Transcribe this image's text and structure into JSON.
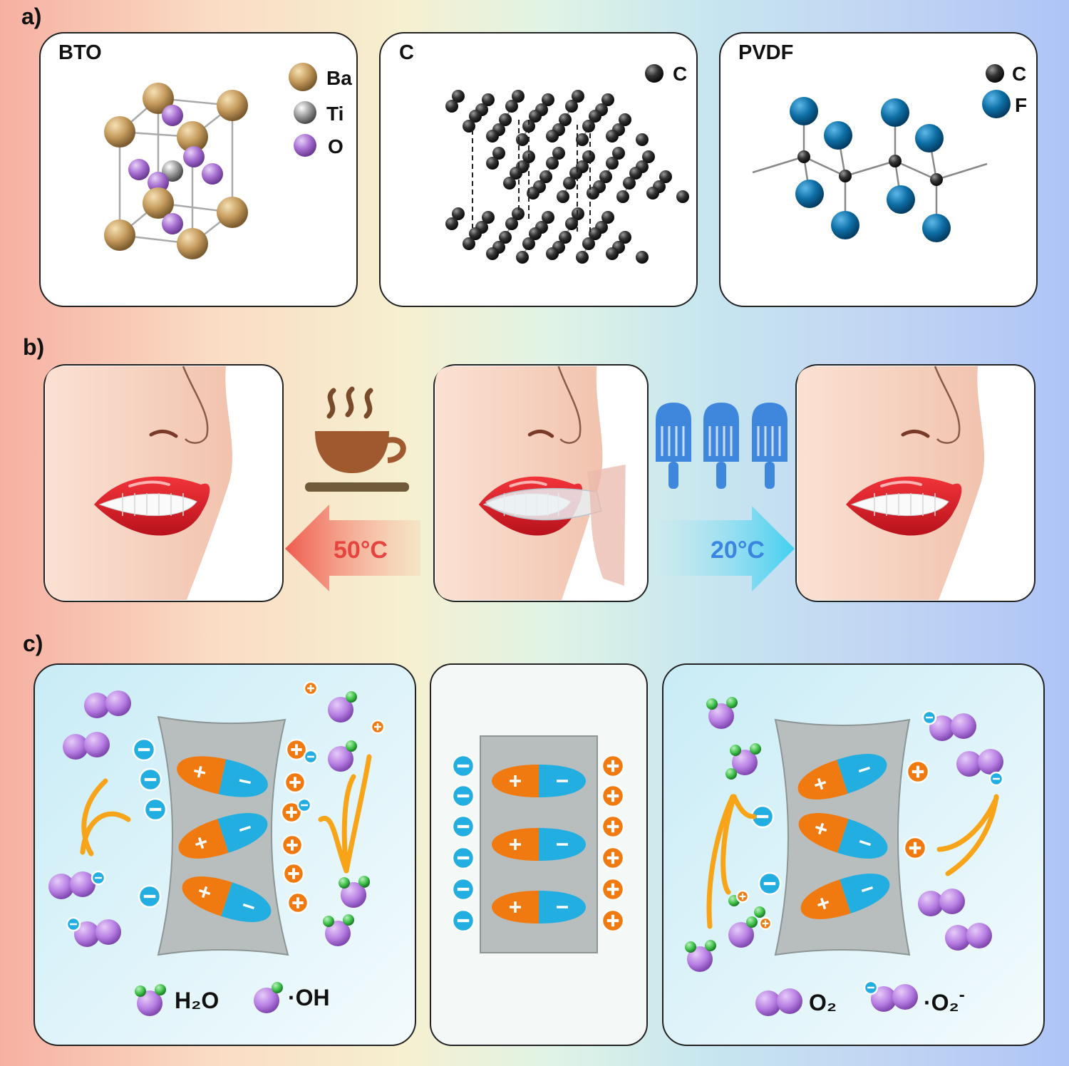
{
  "panel_a": {
    "label": "a)",
    "bto": {
      "title": "BTO",
      "legend": [
        {
          "text": "Ba",
          "color": "#c49a5c"
        },
        {
          "text": "Ti",
          "color": "#8c8c8c"
        },
        {
          "text": "O",
          "color": "#a66ed1"
        }
      ]
    },
    "carbon": {
      "title": "C",
      "legend": [
        {
          "text": "C",
          "color": "#2a2a2a"
        }
      ]
    },
    "pvdf": {
      "title": "PVDF",
      "legend": [
        {
          "text": "C",
          "color": "#2a2a2a"
        },
        {
          "text": "F",
          "color": "#0d6fa6"
        }
      ]
    }
  },
  "panel_b": {
    "label": "b)",
    "hot_temp": "50°C",
    "cold_temp": "20°C",
    "colors": {
      "hot": "#e5443f",
      "cold": "#3a85e0"
    }
  },
  "panel_c": {
    "label": "c)",
    "legend": {
      "water": "H₂O",
      "hydroxyl": "·OH",
      "oxygen": "O₂",
      "superoxide_main": "·O₂",
      "superoxide_sup": "-"
    },
    "colors": {
      "positive": "#f07a10",
      "negative": "#22aee0",
      "oxygen_atom": "#b77ee3",
      "hydrogen_atom": "#3fc24a"
    }
  }
}
